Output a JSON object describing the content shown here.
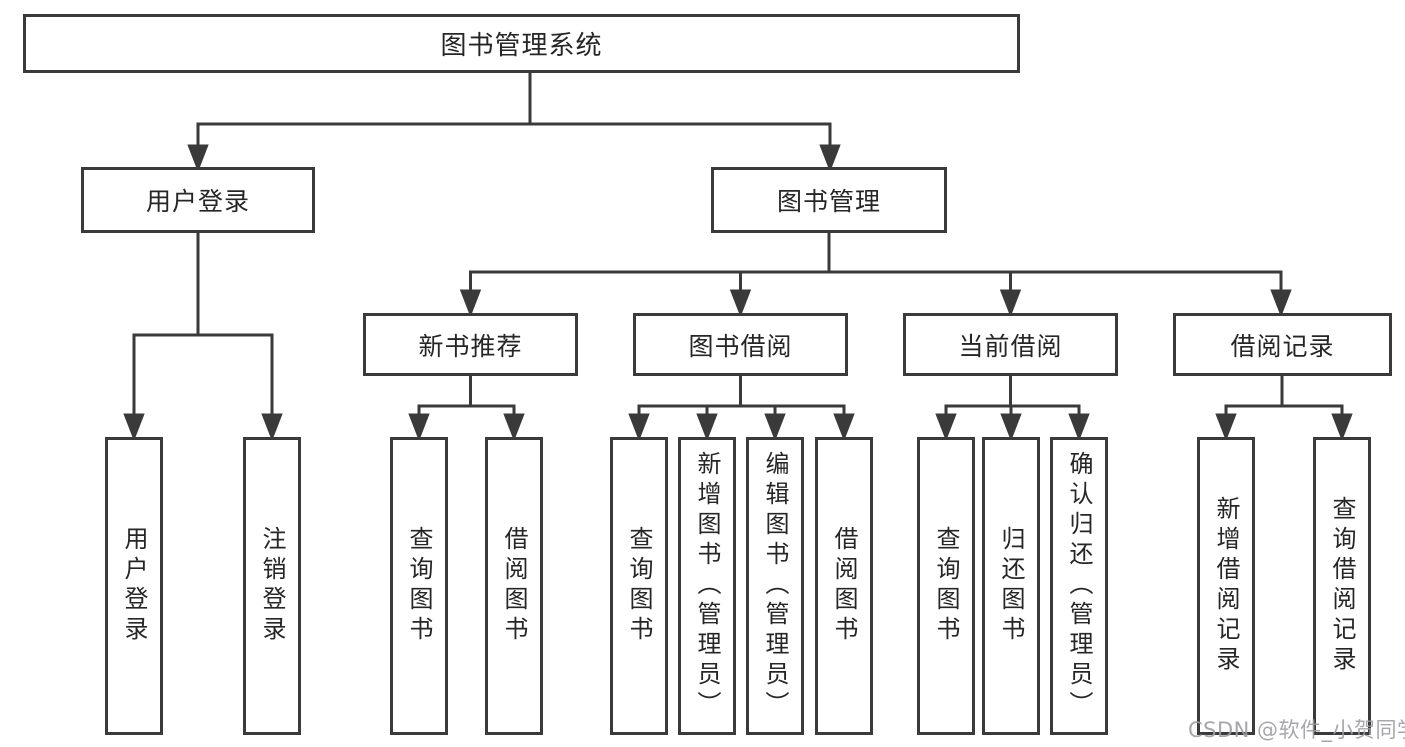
{
  "diagram": {
    "root": {
      "label": "图书管理系统"
    },
    "level2": [
      {
        "label": "用户登录",
        "children": [
          {
            "label": "用户登录"
          },
          {
            "label": "注销登录"
          }
        ]
      },
      {
        "label": "图书管理",
        "children": [
          {
            "label": "新书推荐",
            "children": [
              {
                "label": "查询图书"
              },
              {
                "label": "借阅图书"
              }
            ]
          },
          {
            "label": "图书借阅",
            "children": [
              {
                "label": "查询图书"
              },
              {
                "label": "新增图书（管理员）"
              },
              {
                "label": "编辑图书（管理员）"
              },
              {
                "label": "借阅图书"
              }
            ]
          },
          {
            "label": "当前借阅",
            "children": [
              {
                "label": "查询图书"
              },
              {
                "label": "归还图书"
              },
              {
                "label": "确认归还（管理员）"
              }
            ]
          },
          {
            "label": "借阅记录",
            "children": [
              {
                "label": "新增借阅记录"
              },
              {
                "label": "查询借阅记录"
              }
            ]
          }
        ]
      }
    ]
  },
  "watermark": {
    "text": "CSDN @软件_小贺同学"
  },
  "colors": {
    "line": "#3a3a3a",
    "text": "#262626",
    "watermark": "#9e9ea3",
    "background": "#ffffff"
  }
}
